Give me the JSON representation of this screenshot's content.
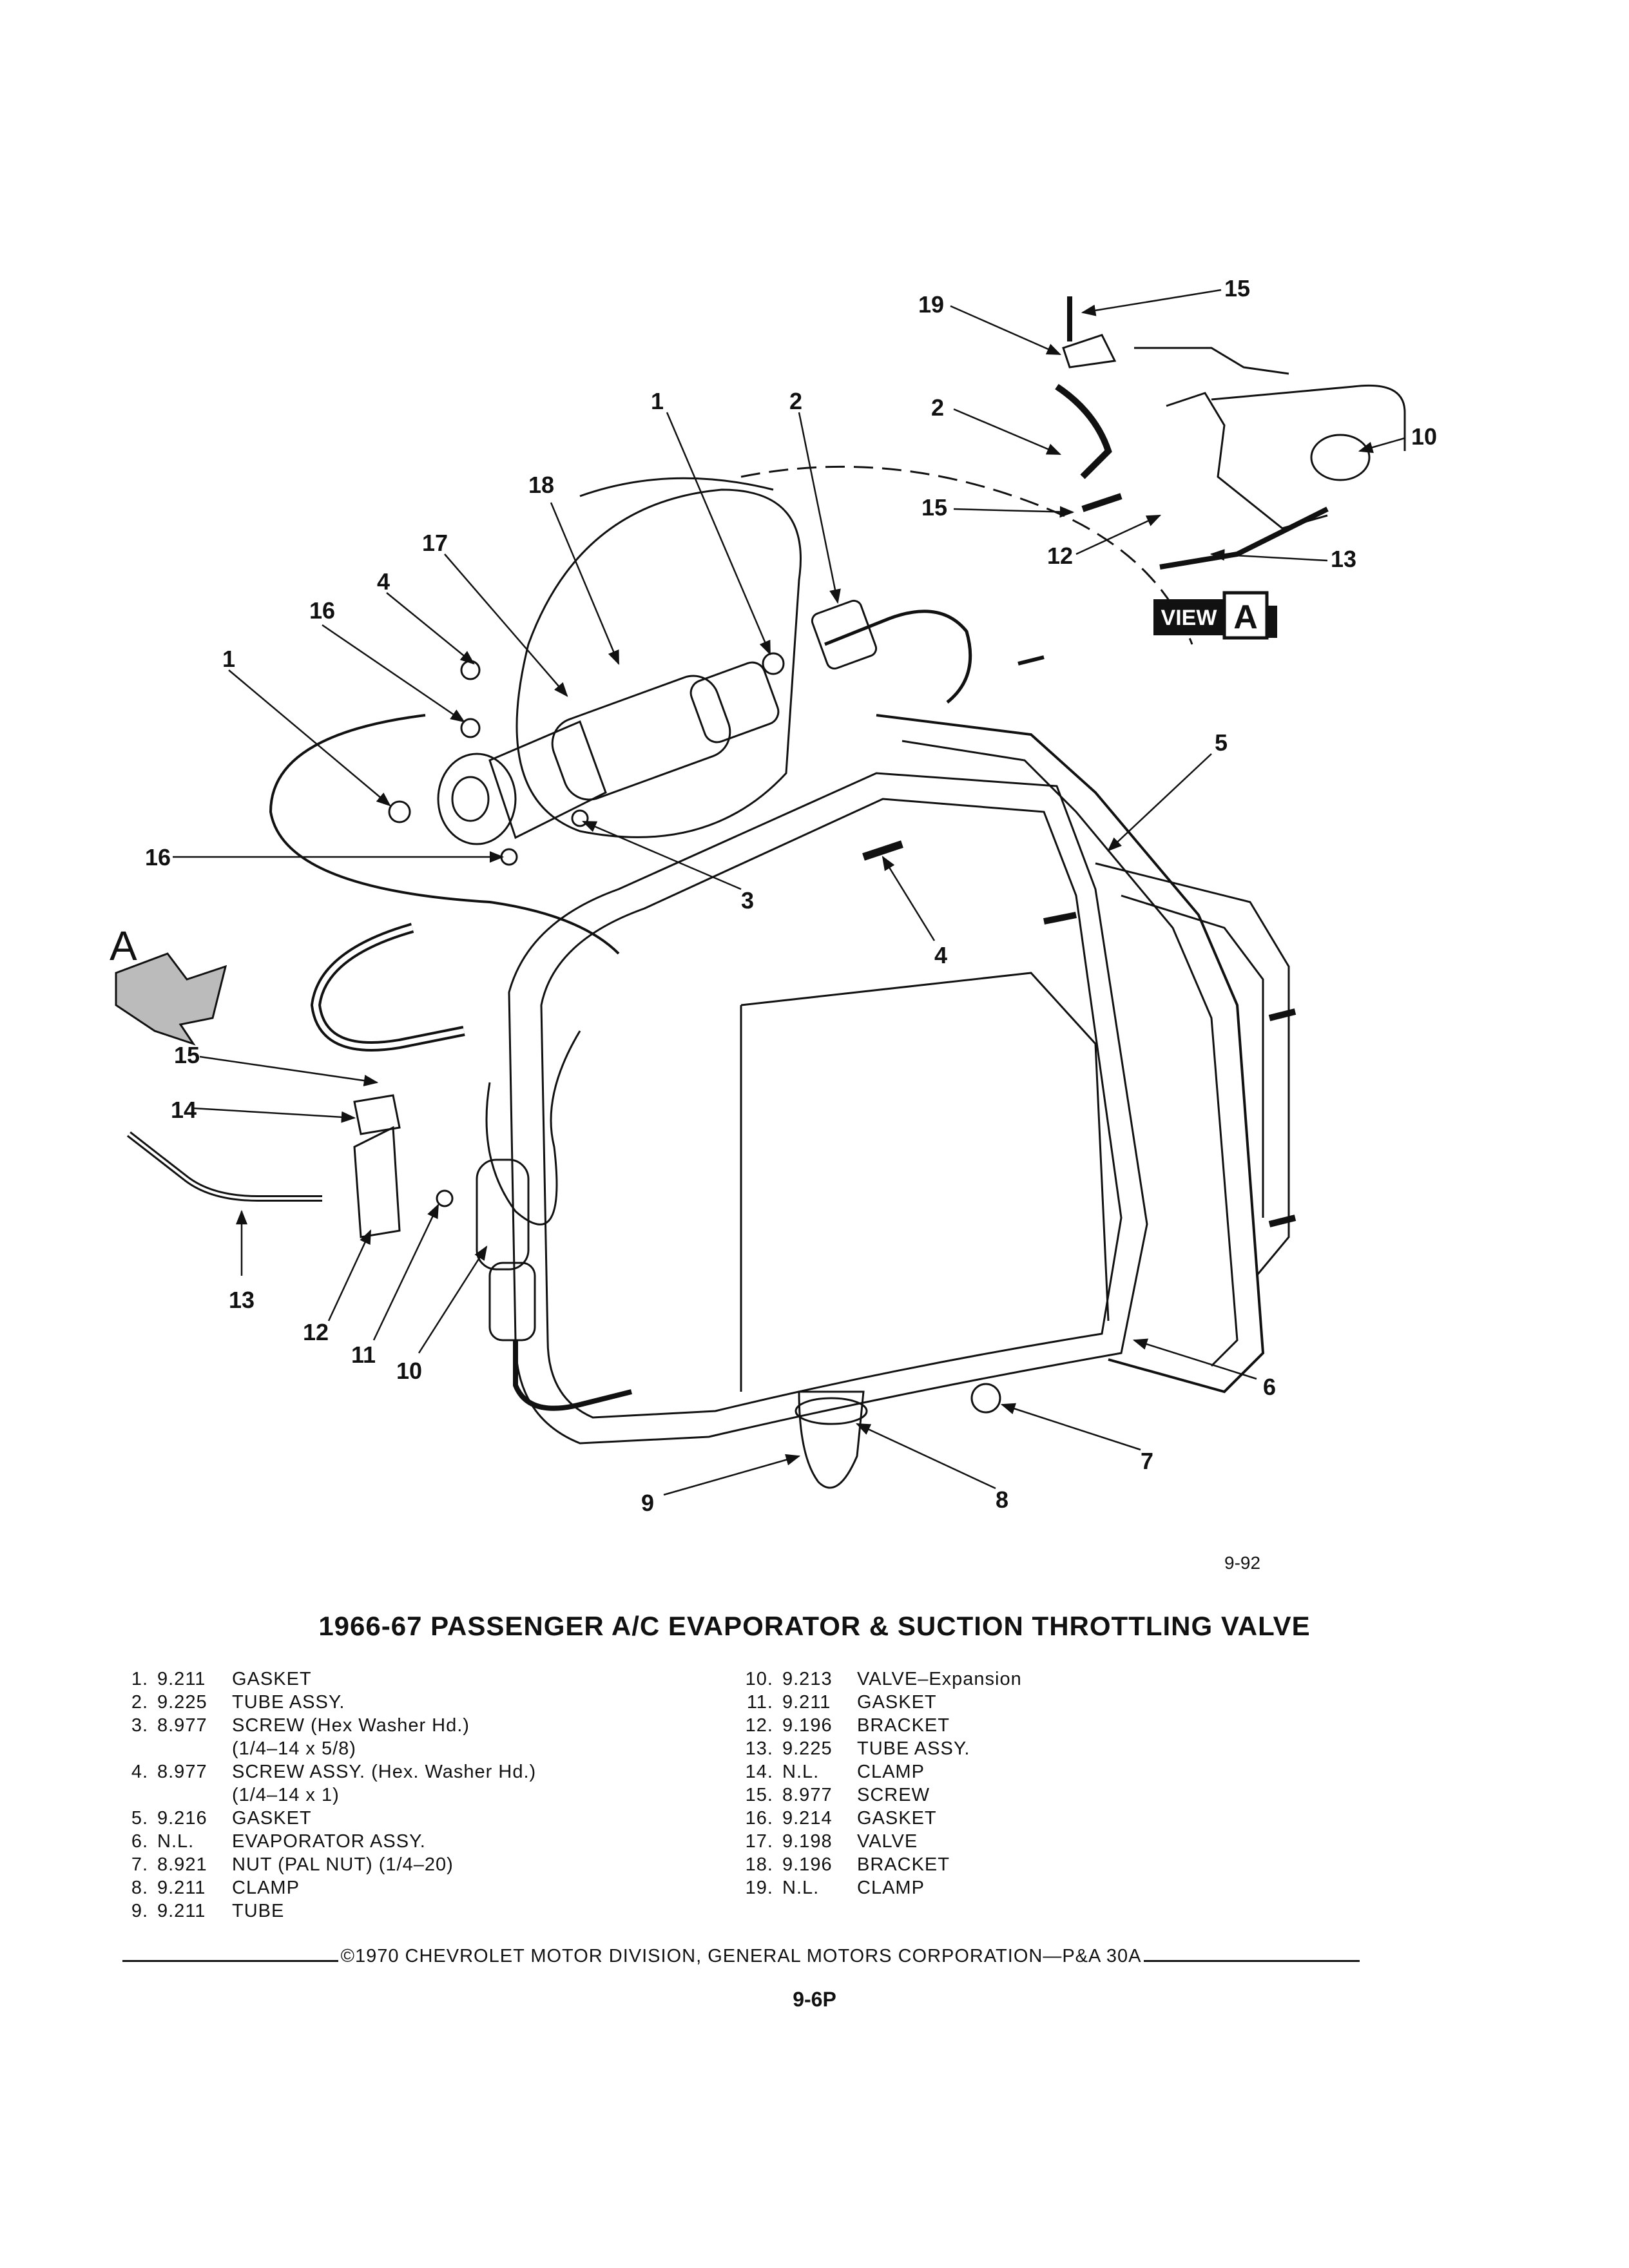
{
  "figure_ref": "9-92",
  "title": "1966-67 PASSENGER A/C EVAPORATOR & SUCTION THROTTLING VALVE",
  "view": {
    "badge": "VIEW",
    "letter": "A"
  },
  "direction_letter": "A",
  "callouts": {
    "c1a": "1",
    "c1b": "1",
    "c2a": "2",
    "c2b": "2",
    "c3": "3",
    "c4a": "4",
    "c4b": "4",
    "c5": "5",
    "c6": "6",
    "c7": "7",
    "c8": "8",
    "c9": "9",
    "c10a": "10",
    "c10b": "10",
    "c11": "11",
    "c12a": "12",
    "c12b": "12",
    "c13a": "13",
    "c13b": "13",
    "c14": "14",
    "c15a": "15",
    "c15b": "15",
    "c15c": "15",
    "c16a": "16",
    "c16b": "16",
    "c17": "17",
    "c18": "18",
    "c19": "19"
  },
  "parts_left": [
    {
      "num": "1.",
      "code": "9.211",
      "desc": "GASKET"
    },
    {
      "num": "2.",
      "code": "9.225",
      "desc": "TUBE ASSY."
    },
    {
      "num": "3.",
      "code": "8.977",
      "desc": "SCREW (Hex Washer Hd.)",
      "sub": "(1/4–14 x 5/8)"
    },
    {
      "num": "4.",
      "code": "8.977",
      "desc": "SCREW ASSY. (Hex. Washer Hd.)",
      "sub": "(1/4–14 x 1)"
    },
    {
      "num": "5.",
      "code": "9.216",
      "desc": "GASKET"
    },
    {
      "num": "6.",
      "code": "N.L.",
      "desc": "EVAPORATOR ASSY."
    },
    {
      "num": "7.",
      "code": "8.921",
      "desc": "NUT (PAL NUT) (1/4–20)"
    },
    {
      "num": "8.",
      "code": "9.211",
      "desc": "CLAMP"
    },
    {
      "num": "9.",
      "code": "9.211",
      "desc": "TUBE"
    }
  ],
  "parts_right": [
    {
      "num": "10.",
      "code": "9.213",
      "desc": "VALVE–Expansion"
    },
    {
      "num": "11.",
      "code": "9.211",
      "desc": "GASKET"
    },
    {
      "num": "12.",
      "code": "9.196",
      "desc": "BRACKET"
    },
    {
      "num": "13.",
      "code": "9.225",
      "desc": "TUBE ASSY."
    },
    {
      "num": "14.",
      "code": "N.L.",
      "desc": "CLAMP"
    },
    {
      "num": "15.",
      "code": "8.977",
      "desc": "SCREW"
    },
    {
      "num": "16.",
      "code": "9.214",
      "desc": "GASKET"
    },
    {
      "num": "17.",
      "code": "9.198",
      "desc": "VALVE"
    },
    {
      "num": "18.",
      "code": "9.196",
      "desc": "BRACKET"
    },
    {
      "num": "19.",
      "code": "N.L.",
      "desc": "CLAMP"
    }
  ],
  "footer": "©1970 CHEVROLET MOTOR DIVISION, GENERAL MOTORS CORPORATION—P&A 30A",
  "page_number": "9-6P"
}
